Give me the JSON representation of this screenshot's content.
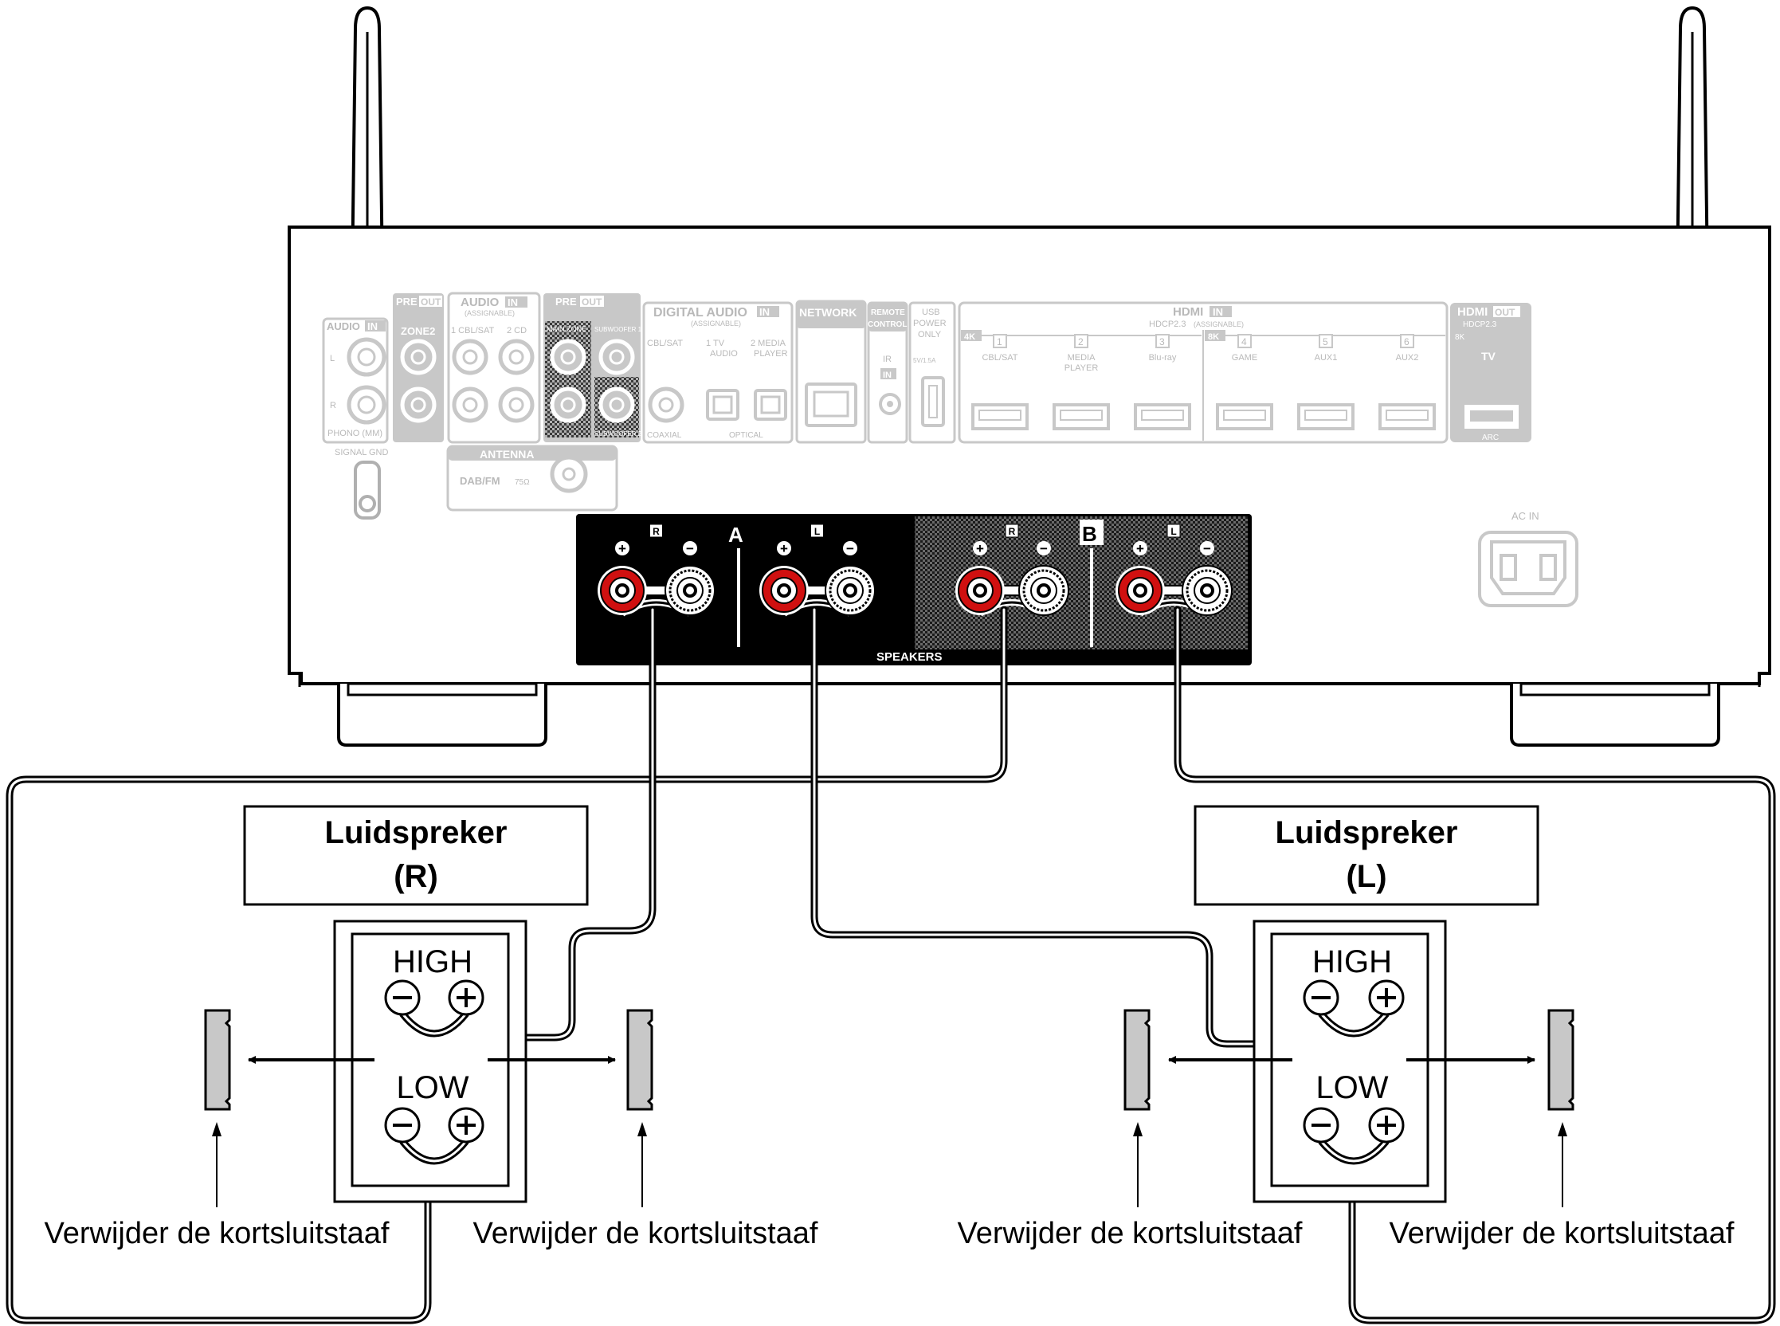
{
  "receiver": {
    "panels": {
      "audio_in": {
        "title": "AUDIO",
        "tag": "IN",
        "left": "L",
        "right": "R",
        "phono": "PHONO (MM)",
        "signal_gnd": "SIGNAL GND"
      },
      "pre_out_zone2": {
        "title": "PRE",
        "tag": "OUT",
        "zone": "ZONE2"
      },
      "audio_in_assignable": {
        "title": "AUDIO",
        "tag": "IN",
        "sub": "(ASSIGNABLE)",
        "in1": "1 CBL/SAT",
        "in2": "2  CD"
      },
      "pre_out_main": {
        "title": "PRE",
        "tag": "OUT",
        "main_zone": "MAIN ZONE",
        "sub1": "SUBWOOFER 1",
        "sub2": "SUBWOOFER 2"
      },
      "digital_audio": {
        "title": "DIGITAL AUDIO",
        "tag": "IN",
        "sub": "(ASSIGNABLE)",
        "cbl": "CBL/SAT",
        "tv_audio_1": "1  TV",
        "tv_audio_2": "AUDIO",
        "media_1": "2  MEDIA",
        "media_2": "PLAYER",
        "coaxial": "COAXIAL",
        "optical": "OPTICAL"
      },
      "network": {
        "title": "NETWORK"
      },
      "remote": {
        "title_1": "REMOTE",
        "title_2": "CONTROL",
        "ir": "IR",
        "in": "IN"
      },
      "usb": {
        "l1": "USB",
        "l2": "POWER",
        "l3": "ONLY",
        "spec": "5V/1.5A"
      },
      "hdmi_in": {
        "title": "HDMI",
        "tag": "IN",
        "hdcp": "HDCP2.3",
        "sub": "(ASSIGNABLE)",
        "badge_4k": "4K",
        "badge_8k": "8K",
        "inputs": [
          {
            "num": "1",
            "name": "CBL/SAT",
            "name2": ""
          },
          {
            "num": "2",
            "name": "MEDIA",
            "name2": "PLAYER"
          },
          {
            "num": "3",
            "name": "Blu-ray",
            "name2": ""
          },
          {
            "num": "4",
            "name": "GAME",
            "name2": ""
          },
          {
            "num": "5",
            "name": "AUX1",
            "name2": ""
          },
          {
            "num": "6",
            "name": "AUX2",
            "name2": ""
          }
        ]
      },
      "hdmi_out": {
        "title": "HDMI",
        "tag": "OUT",
        "hdcp": "HDCP2.3",
        "badge_8k": "8K",
        "tv": "TV",
        "arc": "ARC"
      },
      "antenna": {
        "title": "ANTENNA",
        "band": "DAB/FM",
        "ohm": "75Ω"
      },
      "ac_in": {
        "title": "AC IN"
      }
    },
    "speakers": {
      "label": "SPEAKERS",
      "group_a": "A",
      "group_b": "B",
      "right": "R",
      "left": "L",
      "plus": "+",
      "minus": "−"
    }
  },
  "speaker_right": {
    "label_line1": "Luidspreker",
    "label_line2": "(R)",
    "high": "HIGH",
    "low": "LOW"
  },
  "speaker_left": {
    "label_line1": "Luidspreker",
    "label_line2": "(L)",
    "high": "HIGH",
    "low": "LOW"
  },
  "captions": [
    "Verwijder de kortsluitstaaf",
    "Verwijder de kortsluitstaaf",
    "Verwijder de kortsluitstaaf",
    "Verwijder de kortsluitstaaf"
  ]
}
